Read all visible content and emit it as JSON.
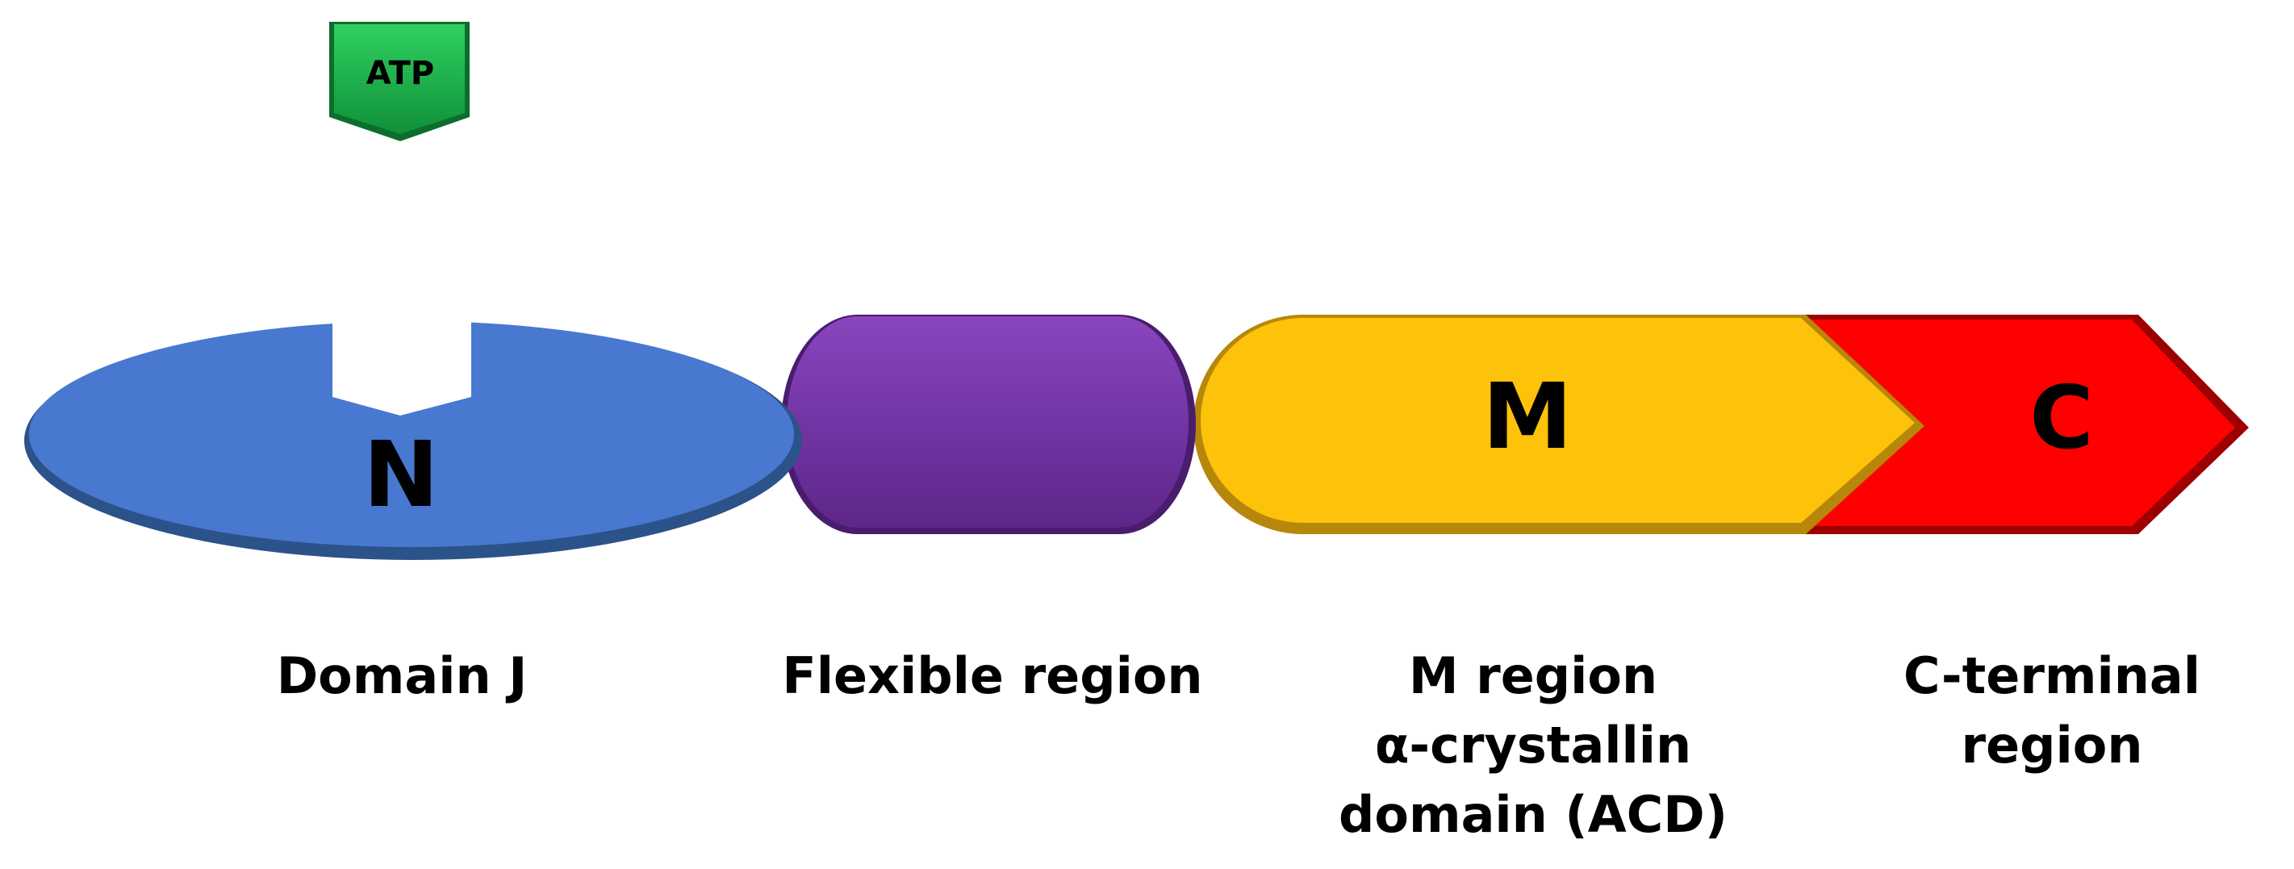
{
  "atp_tag": {
    "label": "ATP",
    "color": "#1fb34a"
  },
  "domains": [
    {
      "key": "N",
      "letter": "N",
      "color": "#4878d0",
      "caption": [
        "Domain J"
      ]
    },
    {
      "key": "flexible",
      "letter": "",
      "color": "#7335a5",
      "caption": [
        "Flexible region"
      ]
    },
    {
      "key": "M",
      "letter": "M",
      "color": "#fdc20a",
      "caption": [
        "M region",
        "α-crystallin",
        "domain (ACD)"
      ]
    },
    {
      "key": "C",
      "letter": "C",
      "color": "#fe0000",
      "caption": [
        "C-terminal",
        "region"
      ]
    }
  ]
}
